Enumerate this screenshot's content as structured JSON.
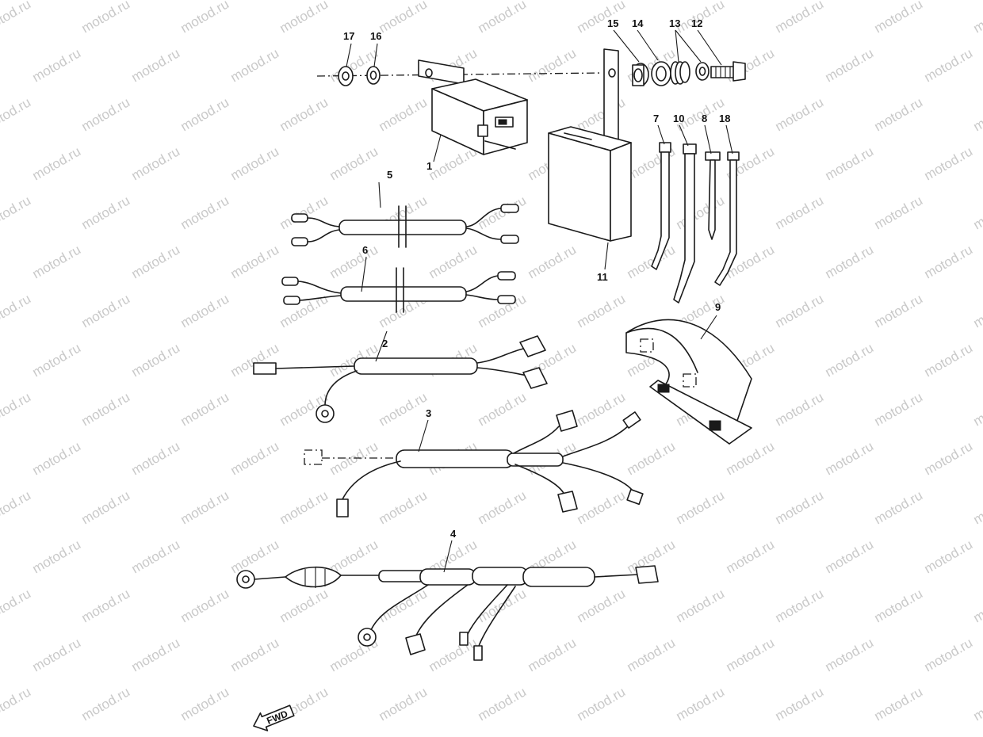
{
  "watermark": "motod.ru",
  "colors": {
    "ink": "#1a1a1a",
    "watermark": "#c9c9c9",
    "background": "#ffffff"
  },
  "labels": {
    "p1": "1",
    "p2": "2",
    "p3": "3",
    "p4": "4",
    "p5": "5",
    "p6": "6",
    "p7": "7",
    "p8": "8",
    "p9": "9",
    "p10": "10",
    "p11": "11",
    "p12": "12",
    "p13": "13",
    "p14": "14",
    "p15": "15",
    "p16": "16",
    "p17": "17",
    "p18": "18"
  },
  "fwd": "FWD"
}
